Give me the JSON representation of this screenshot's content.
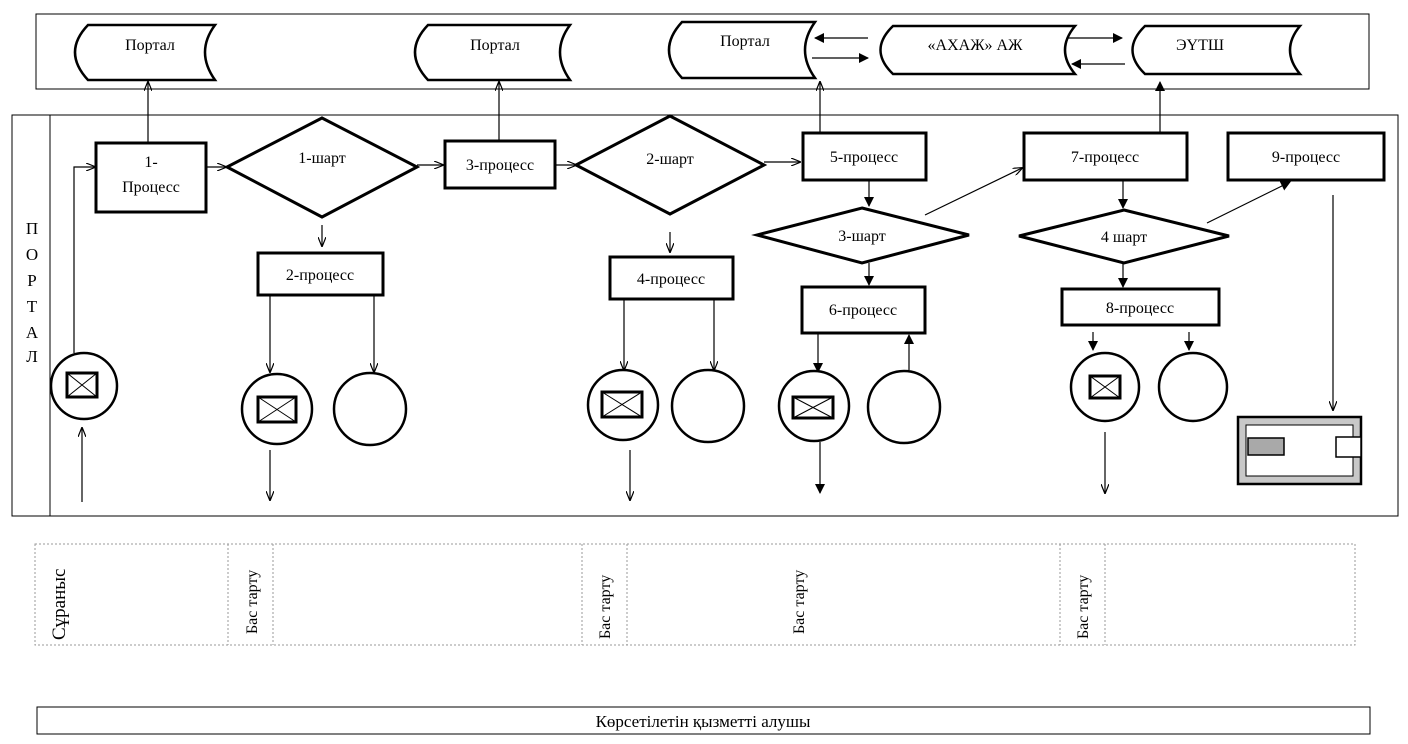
{
  "top_systems": {
    "portal1": "Портал",
    "portal2": "Портал",
    "portal3": "Портал",
    "ahazh": "«АХАЖ» АЖ",
    "eutsh": "ЭҮТШ"
  },
  "lane_label": [
    "П",
    "О",
    "Р",
    "Т",
    "А",
    "Л"
  ],
  "process": {
    "p1_line1": "1-",
    "p1_line2": "Процесс",
    "p2": "2-процесс",
    "p3": "3-процесс",
    "p4": "4-процесс",
    "p5": "5-процесс",
    "p6": "6-процесс",
    "p7": "7-процесс",
    "p8": "8-процесс",
    "p9": "9-процесс"
  },
  "conditions": {
    "c1": "1-шарт",
    "c2": "2-шарт",
    "c3": "3-шарт",
    "c4": "4 шарт"
  },
  "bottom_lane": {
    "request": "Сұраныс",
    "refuse1": "Бас тарту",
    "refuse2": "Бас тарту",
    "refuse3": "Бас тарту",
    "refuse4": "Бас тарту"
  },
  "recipient": "Көрсетілетін қызметті алушы"
}
